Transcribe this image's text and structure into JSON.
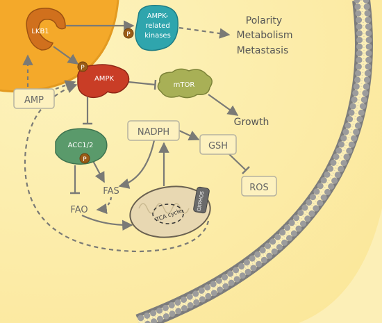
{
  "colors": {
    "cell": "#fdeea2",
    "nucleus": "#f4a92a",
    "lkb1": "#d0701d",
    "ampk": "#c93d26",
    "ampk_related": "#2fa5ad",
    "mtor": "#a8b056",
    "acc": "#5a9a6b",
    "phospho": "#9a5c16",
    "arrow": "#7a7a76",
    "box_stroke": "#b5b2a0"
  },
  "proteins": {
    "lkb1": "LKB1",
    "ampk": "AMPK",
    "ampk_related": [
      "AMPK-",
      "related",
      "kinases"
    ],
    "mtor": "mTOR",
    "acc": "ACC1/2"
  },
  "phospho_label": "P",
  "metabolites": {
    "amp": "AMP",
    "nadph": "NADPH",
    "gsh": "GSH",
    "ros": "ROS",
    "fas": "FAS",
    "fao": "FAO"
  },
  "outcomes": {
    "polarity": "Polarity",
    "metabolism": "Metabolism",
    "metastasis": "Metastasis",
    "growth": "Growth"
  },
  "mitochondrion": {
    "tca": "TCA cycle",
    "oxphos": "OXPHOS"
  }
}
